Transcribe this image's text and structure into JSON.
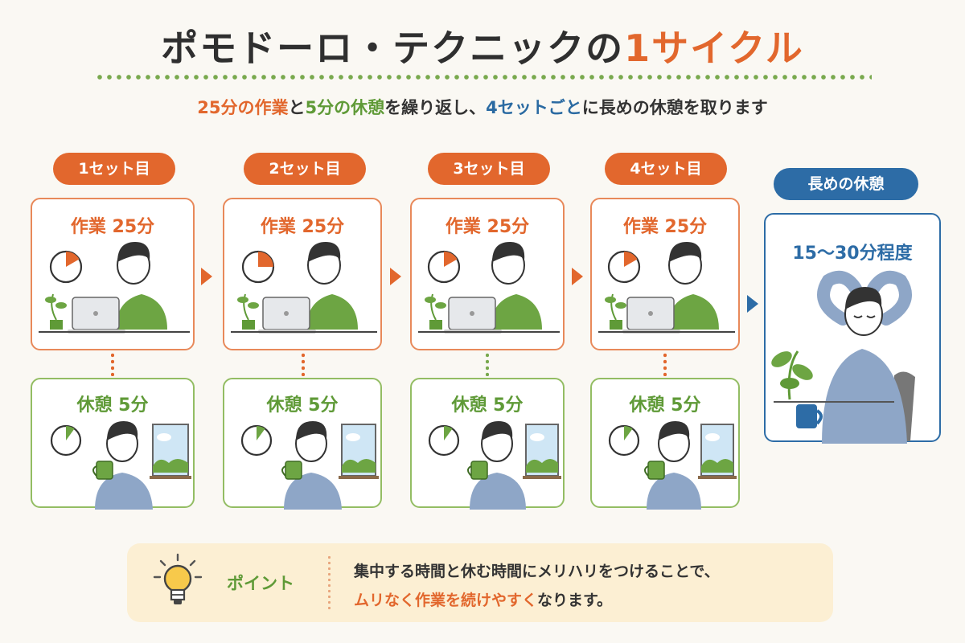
{
  "title": {
    "main": "ポモドーロ・テクニックの",
    "accent": "1サイクル"
  },
  "subtitle": {
    "part1": "25分の作業",
    "part2": "と",
    "part3": "5分の休憩",
    "part4": "を繰り返し、",
    "part5": "4セットごと",
    "part6": "に長めの休憩を取ります"
  },
  "sets": [
    {
      "label": "1セット目",
      "work": "作業 25分",
      "rest": "休憩 5分"
    },
    {
      "label": "2セット目",
      "work": "作業 25分",
      "rest": "休憩 5分"
    },
    {
      "label": "3セット目",
      "work": "作業 25分",
      "rest": "休憩 5分"
    },
    {
      "label": "4セット目",
      "work": "作業 25分",
      "rest": "休憩 5分"
    }
  ],
  "long_break": {
    "label": "長めの休憩",
    "duration": "15〜30分程度"
  },
  "point": {
    "label": "ポイント",
    "line1": "集中する時間と休む時間にメリハリをつけることで、",
    "line2_accent": "ムリなく作業を続けやすく",
    "line2_rest": "なります。"
  },
  "colors": {
    "orange": "#e2672d",
    "green": "#5f9a37",
    "blue": "#2d6ca6"
  }
}
